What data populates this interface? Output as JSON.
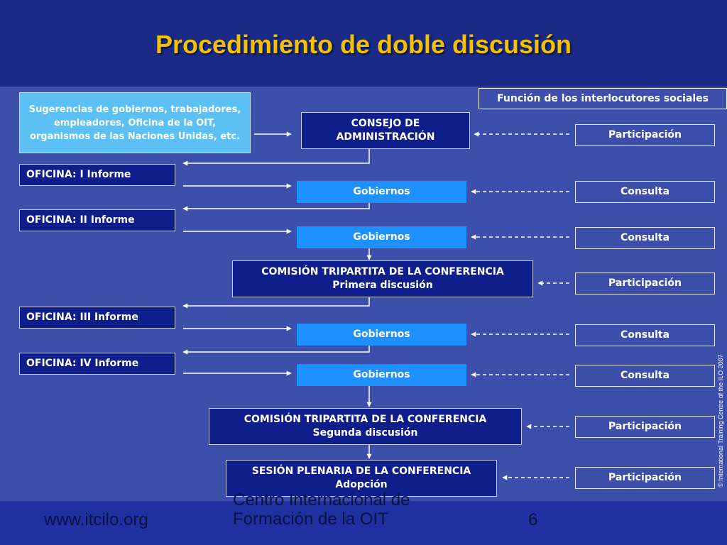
{
  "title": "Procedimiento de doble discusión",
  "legend_header": "Función de los interlocutores sociales",
  "suggestions": "Sugerencias de gobiernos, trabajadores, empleadores, Oficina de la OIT, organismos de las Naciones Unidas, etc.",
  "flow": {
    "consejo": [
      "CONSEJO DE",
      "ADMINISTRACIÓN"
    ],
    "oficina_1": "OFICINA: I Informe",
    "oficina_2": "OFICINA: II Informe",
    "oficina_3": "OFICINA: III Informe",
    "oficina_4": "OFICINA: IV Informe",
    "gobiernos": "Gobiernos",
    "comision_1": [
      "COMISIÓN TRIPARTITA DE LA CONFERENCIA",
      "Primera discusión"
    ],
    "comision_2": [
      "COMISIÓN TRIPARTITA DE LA CONFERENCIA",
      "Segunda discusión"
    ],
    "sesion": [
      "SESIÓN PLENARIA DE LA CONFERENCIA",
      "Adopción"
    ]
  },
  "roles": {
    "participacion": "Participación",
    "consulta": "Consulta"
  },
  "footer": {
    "url": "www.itcilo.org",
    "org_line1": "Centro Internacional de",
    "org_line2": "Formación de la OIT",
    "page": "6"
  },
  "copyright": "© International Training Centre of the ILO 2007",
  "colors": {
    "title": "#f2c200",
    "dark_box": "#0f1e8a",
    "light_box": "#1e90ff",
    "suggestion_box": "#5cc0f5",
    "panel": "#3d4faa"
  }
}
